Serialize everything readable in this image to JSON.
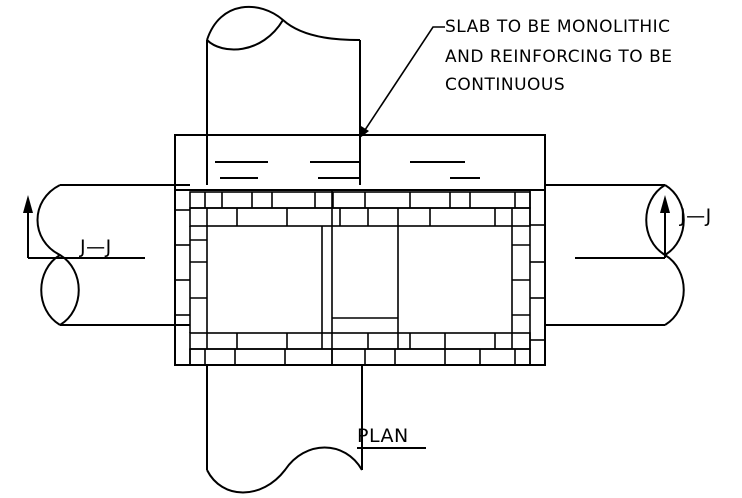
{
  "annotations": {
    "note_line_1": "SLAB TO BE MONOLITHIC",
    "note_line_2": "AND REINFORCING TO BE",
    "note_line_3": "CONTINUOUS",
    "section_left": "J—J",
    "section_right": "J—J",
    "view_title": "PLAN"
  },
  "colors": {
    "line": "#000000",
    "background": "#ffffff"
  }
}
